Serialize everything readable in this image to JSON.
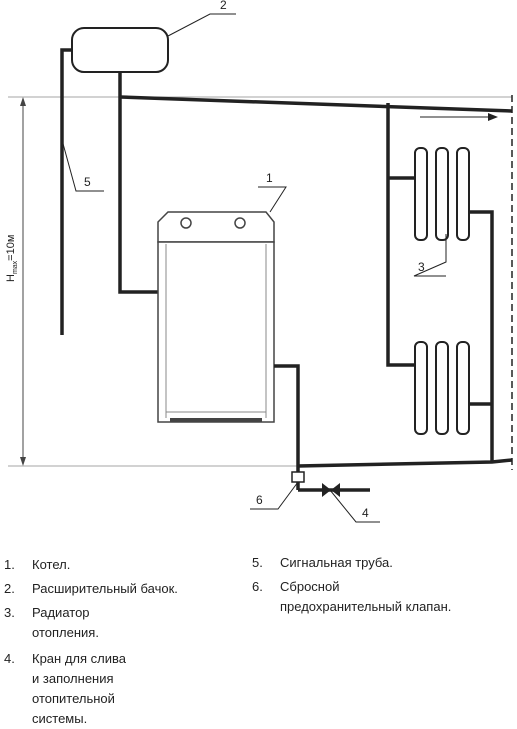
{
  "callouts": {
    "boiler": "1",
    "tank": "2",
    "radiator": "3",
    "drain_valve": "4",
    "signal_pipe": "5",
    "safety_valve": "6"
  },
  "dimension": {
    "main": "H",
    "subscript": "max",
    "value": "=10м"
  },
  "legend": [
    {
      "num": "1.",
      "text": "Котел."
    },
    {
      "num": "2.",
      "text": "Расширительный бачок."
    },
    {
      "num": "3.",
      "text": "Радиатор\nотопления."
    },
    {
      "num": "4.",
      "text": "Кран для слива\nи заполнения\nотопительной\nсистемы."
    },
    {
      "num": "5.",
      "text": "Сигнальная труба."
    },
    {
      "num": "6.",
      "text": "Сбросной\nпредохранительный клапан."
    }
  ]
}
